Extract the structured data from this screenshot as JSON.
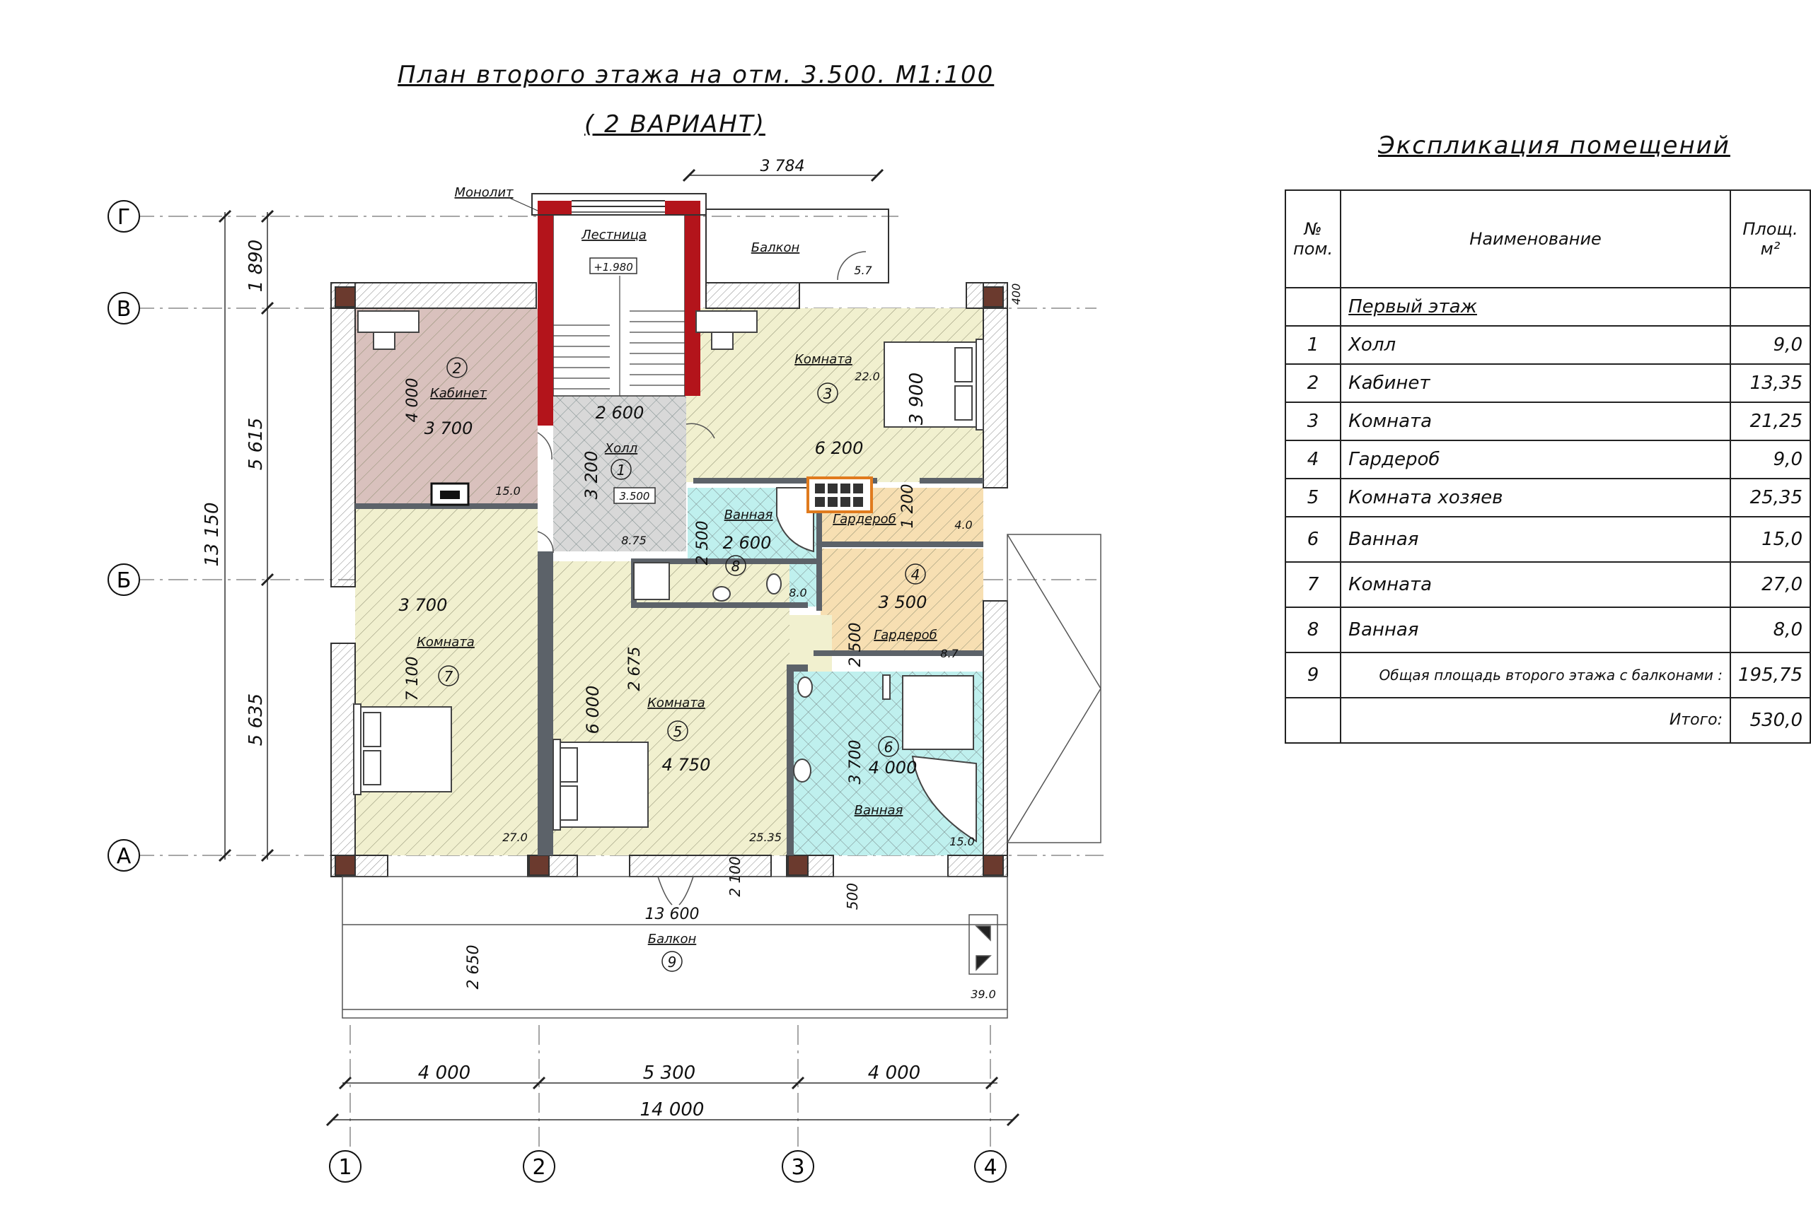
{
  "title": {
    "line1": "План второго этажа на отм. 3.500. М1:100",
    "line2": "( 2 ВАРИАНТ)"
  },
  "axes": {
    "rows": [
      "Г",
      "В",
      "Б",
      "А"
    ],
    "cols": [
      "1",
      "2",
      "3",
      "4"
    ]
  },
  "dimensions": {
    "left_vertical": [
      "1 890",
      "5 615",
      "5 635"
    ],
    "left_total": "13 150",
    "bottom_segments": [
      "4 000",
      "5 300",
      "4 000"
    ],
    "bottom_total": "14 000",
    "balcony_width": "13 600",
    "balcony_depth": "2 650",
    "top_balcony": "3 784",
    "door_offset": "2 100",
    "offset_500": "500",
    "offset_400": "400"
  },
  "annotations": {
    "monolit": "Монолит",
    "stairs": "Лестница",
    "stairs_level": "+1.980",
    "top_balcony": "Балкон",
    "top_balcony_area": "5.7",
    "hall_level": "3.500",
    "bottom_balcony": "Балкон",
    "bottom_balcony_area": "39.0"
  },
  "rooms": [
    {
      "num": "1",
      "name": "Холл",
      "area": "8.75",
      "dims": [
        "2 600",
        "3 200"
      ]
    },
    {
      "num": "2",
      "name": "Кабинет",
      "area": "15.0",
      "dims": [
        "3 700",
        "4 000"
      ]
    },
    {
      "num": "3",
      "name": "Комната",
      "area": "22.0",
      "dims": [
        "6 200",
        "3 900"
      ]
    },
    {
      "num": "4",
      "name": "Гардероб",
      "area": "8.7",
      "dims": [
        "3 500",
        "2 500"
      ]
    },
    {
      "num": "",
      "name": "Гардероб",
      "area": "4.0",
      "dims": [
        "1 200"
      ]
    },
    {
      "num": "5",
      "name": "Комната",
      "area": "25.35",
      "dims": [
        "4 750",
        "6 000",
        "2 675"
      ]
    },
    {
      "num": "6",
      "name": "Ванная",
      "area": "15.0",
      "dims": [
        "4 000",
        "3 700"
      ]
    },
    {
      "num": "7",
      "name": "Комната",
      "area": "27.0",
      "dims": [
        "3 700",
        "7 100"
      ]
    },
    {
      "num": "8",
      "name": "Ванная",
      "area": "8.0",
      "dims": [
        "2 600",
        "2 500"
      ]
    },
    {
      "num": "9",
      "name": "Балкон",
      "area": "39.0",
      "dims": []
    }
  ],
  "explication": {
    "title": "Экспликация помещений",
    "headers": {
      "num": "№ пом.",
      "name": "Наименование",
      "area": "Площ. м²"
    },
    "section": "Первый этаж",
    "rows": [
      {
        "num": "1",
        "name": "Холл",
        "area": "9,0"
      },
      {
        "num": "2",
        "name": "Кабинет",
        "area": "13,35"
      },
      {
        "num": "3",
        "name": "Комната",
        "area": "21,25"
      },
      {
        "num": "4",
        "name": "Гардероб",
        "area": "9,0"
      },
      {
        "num": "5",
        "name": "Комната хозяев",
        "area": "25,35"
      },
      {
        "num": "6",
        "name": "Ванная",
        "area": "15,0"
      },
      {
        "num": "7",
        "name": "Комната",
        "area": "27,0"
      },
      {
        "num": "8",
        "name": "Ванная",
        "area": "8,0"
      }
    ],
    "total_row": {
      "num": "9",
      "label": "Общая площадь второго этажа с балконами :",
      "area": "195,75"
    },
    "itogo": {
      "label": "Итого:",
      "area": "530,0"
    }
  },
  "colors": {
    "wall": "#5c6269",
    "monolith": "#b3141b",
    "hall": "#d8d8d8",
    "cabinet": "#d9c1bd",
    "room": "#f1f0cf",
    "wardrobe": "#f7dfb2",
    "bath": "#bff0ee",
    "accent_orange": "#e07b1e"
  }
}
